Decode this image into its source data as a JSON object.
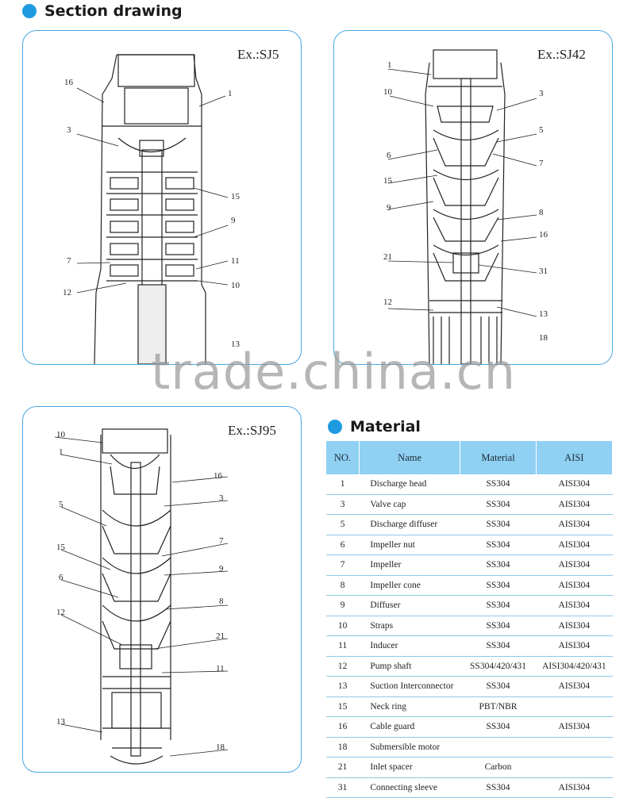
{
  "sections": {
    "section_drawing": "Section drawing",
    "material": "Material"
  },
  "panels": {
    "sj5": {
      "ex_label": "Ex.:SJ5",
      "callouts": {
        "c16": "16",
        "c1": "1",
        "c3": "3",
        "c15": "15",
        "c9": "9",
        "c7": "7",
        "c11": "11",
        "c12": "12",
        "c10": "10",
        "c13": "13"
      }
    },
    "sj42": {
      "ex_label": "Ex.:SJ42",
      "callouts": {
        "c1": "1",
        "c10": "10",
        "c3": "3",
        "c5": "5",
        "c6": "6",
        "c7": "7",
        "c15": "15",
        "c8": "8",
        "c9": "9",
        "c16": "16",
        "c21": "21",
        "c31": "31",
        "c12": "12",
        "c13": "13",
        "c18": "18"
      }
    },
    "sj95": {
      "ex_label": "Ex.:SJ95",
      "callouts": {
        "c10": "10",
        "c1": "1",
        "c16": "16",
        "c3": "3",
        "c5": "5",
        "c7": "7",
        "c15": "15",
        "c9": "9",
        "c6": "6",
        "c8": "8",
        "c12": "12",
        "c21": "21",
        "c11": "11",
        "c13": "13",
        "c18": "18"
      }
    }
  },
  "watermark": "trade.china.cn",
  "material_table": {
    "headers": [
      "NO.",
      "Name",
      "Material",
      "AISI"
    ],
    "rows": [
      {
        "no": "1",
        "name": "Discharge head",
        "material": "SS304",
        "aisi": "AISI304"
      },
      {
        "no": "3",
        "name": "Valve cap",
        "material": "SS304",
        "aisi": "AISI304"
      },
      {
        "no": "5",
        "name": "Discharge diffuser",
        "material": "SS304",
        "aisi": "AISI304"
      },
      {
        "no": "6",
        "name": "Impeller nut",
        "material": "SS304",
        "aisi": "AISI304"
      },
      {
        "no": "7",
        "name": "Impeller",
        "material": "SS304",
        "aisi": "AISI304"
      },
      {
        "no": "8",
        "name": "Impeller cone",
        "material": "SS304",
        "aisi": "AISI304"
      },
      {
        "no": "9",
        "name": "Diffuser",
        "material": "SS304",
        "aisi": "AISI304"
      },
      {
        "no": "10",
        "name": "Straps",
        "material": "SS304",
        "aisi": "AISI304"
      },
      {
        "no": "11",
        "name": "Inducer",
        "material": "SS304",
        "aisi": "AISI304"
      },
      {
        "no": "12",
        "name": "Pump shaft",
        "material": "SS304/420/431",
        "aisi": "AISI304/420/431"
      },
      {
        "no": "13",
        "name": "Suction Interconnector",
        "material": "SS304",
        "aisi": "AISI304"
      },
      {
        "no": "15",
        "name": "Neck ring",
        "material": "PBT/NBR",
        "aisi": ""
      },
      {
        "no": "16",
        "name": "Cable guard",
        "material": "SS304",
        "aisi": "AISI304"
      },
      {
        "no": "18",
        "name": "Submersible motor",
        "material": "",
        "aisi": ""
      },
      {
        "no": "21",
        "name": "Inlet spacer",
        "material": "Carbon",
        "aisi": ""
      },
      {
        "no": "31",
        "name": "Connecting sleeve",
        "material": "SS304",
        "aisi": "AISI304"
      }
    ]
  },
  "colors": {
    "accent": "#1e9be0",
    "header_bg": "#8fd0f3",
    "panel_border": "#4aa8e2"
  }
}
